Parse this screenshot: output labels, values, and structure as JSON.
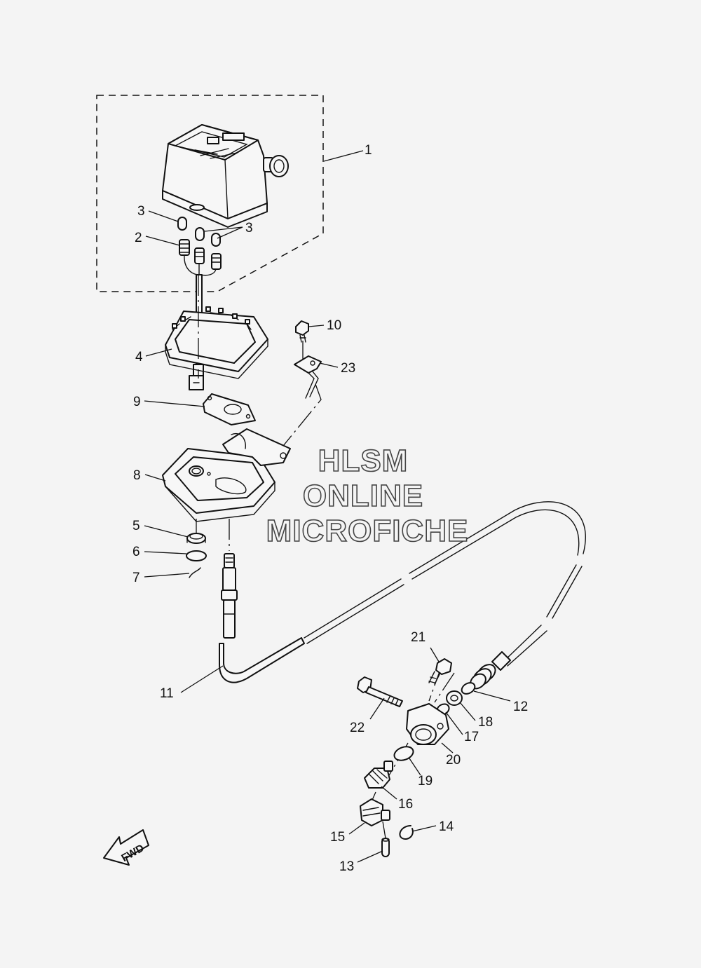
{
  "callouts": {
    "c1": "1",
    "c2": "2",
    "c3a": "3",
    "c3b": "3",
    "c4": "4",
    "c5": "5",
    "c6": "6",
    "c7": "7",
    "c8": "8",
    "c9": "9",
    "c10": "10",
    "c11": "11",
    "c12": "12",
    "c13": "13",
    "c14": "14",
    "c15": "15",
    "c16": "16",
    "c17": "17",
    "c18": "18",
    "c19": "19",
    "c20": "20",
    "c21": "21",
    "c22": "22",
    "c23": "23"
  },
  "watermark": {
    "line1": "HLSM",
    "line2": "ONLINE",
    "line3": "MICROFICHE"
  },
  "fwd_label": "FWD",
  "icons": {
    "fwd_arrow": "fwd-arrow-icon"
  }
}
